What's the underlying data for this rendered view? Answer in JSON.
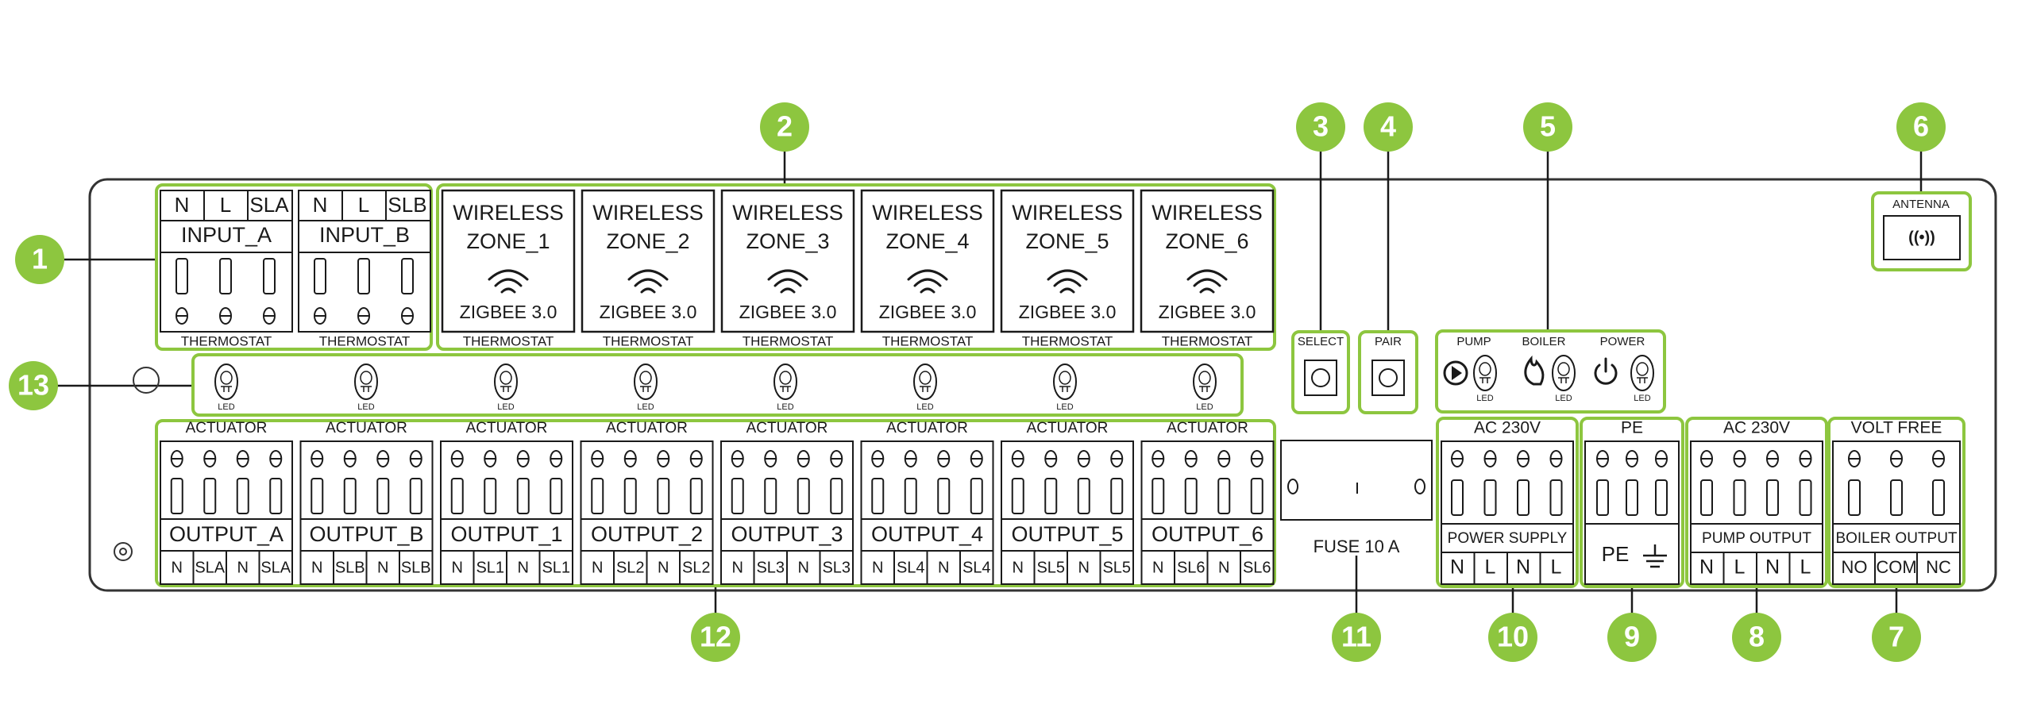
{
  "colors": {
    "accent": "#8dc63f",
    "line": "#1a1a1a",
    "panel_stroke": "#333333",
    "background": "#ffffff"
  },
  "callouts": {
    "c1": "1",
    "c2": "2",
    "c3": "3",
    "c4": "4",
    "c5": "5",
    "c6": "6",
    "c7": "7",
    "c8": "8",
    "c9": "9",
    "c10": "10",
    "c11": "11",
    "c12": "12",
    "c13": "13"
  },
  "inputs": [
    {
      "terminals": [
        "N",
        "L",
        "SLA"
      ],
      "name": "INPUT_A",
      "bottom": "THERMOSTAT"
    },
    {
      "terminals": [
        "N",
        "L",
        "SLB"
      ],
      "name": "INPUT_B",
      "bottom": "THERMOSTAT"
    }
  ],
  "wireless": {
    "line1": "WIRELESS",
    "protocol": "ZIGBEE 3.0",
    "bottom": "THERMOSTAT",
    "zones": [
      "ZONE_1",
      "ZONE_2",
      "ZONE_3",
      "ZONE_4",
      "ZONE_5",
      "ZONE_6"
    ]
  },
  "led_label": "LED",
  "led_row_count": 8,
  "buttons": {
    "select": "SELECT",
    "pair": "PAIR"
  },
  "status_leds": {
    "pump": "PUMP",
    "boiler": "BOILER",
    "power": "POWER"
  },
  "antenna": {
    "label": "ANTENNA",
    "symbol": "((•))"
  },
  "outputs": [
    {
      "top": "ACTUATOR",
      "name": "OUTPUT_A",
      "terminals": [
        "N",
        "SLA",
        "N",
        "SLA"
      ]
    },
    {
      "top": "ACTUATOR",
      "name": "OUTPUT_B",
      "terminals": [
        "N",
        "SLB",
        "N",
        "SLB"
      ]
    },
    {
      "top": "ACTUATOR",
      "name": "OUTPUT_1",
      "terminals": [
        "N",
        "SL1",
        "N",
        "SL1"
      ]
    },
    {
      "top": "ACTUATOR",
      "name": "OUTPUT_2",
      "terminals": [
        "N",
        "SL2",
        "N",
        "SL2"
      ]
    },
    {
      "top": "ACTUATOR",
      "name": "OUTPUT_3",
      "terminals": [
        "N",
        "SL3",
        "N",
        "SL3"
      ]
    },
    {
      "top": "ACTUATOR",
      "name": "OUTPUT_4",
      "terminals": [
        "N",
        "SL4",
        "N",
        "SL4"
      ]
    },
    {
      "top": "ACTUATOR",
      "name": "OUTPUT_5",
      "terminals": [
        "N",
        "SL5",
        "N",
        "SL5"
      ]
    },
    {
      "top": "ACTUATOR",
      "name": "OUTPUT_6",
      "terminals": [
        "N",
        "SL6",
        "N",
        "SL6"
      ]
    }
  ],
  "fuse": {
    "label": "FUSE 10 A"
  },
  "power_blocks": [
    {
      "top": "AC 230V",
      "middle": "POWER SUPPLY",
      "terminals": [
        "N",
        "L",
        "N",
        "L"
      ]
    },
    {
      "top": "PE",
      "middle": "",
      "terminals": [],
      "pe_label": "PE"
    },
    {
      "top": "AC 230V",
      "middle": "PUMP OUTPUT",
      "terminals": [
        "N",
        "L",
        "N",
        "L"
      ]
    },
    {
      "top": "VOLT FREE",
      "middle": "BOILER OUTPUT",
      "terminals": [
        "NO",
        "COM",
        "NC"
      ]
    }
  ]
}
